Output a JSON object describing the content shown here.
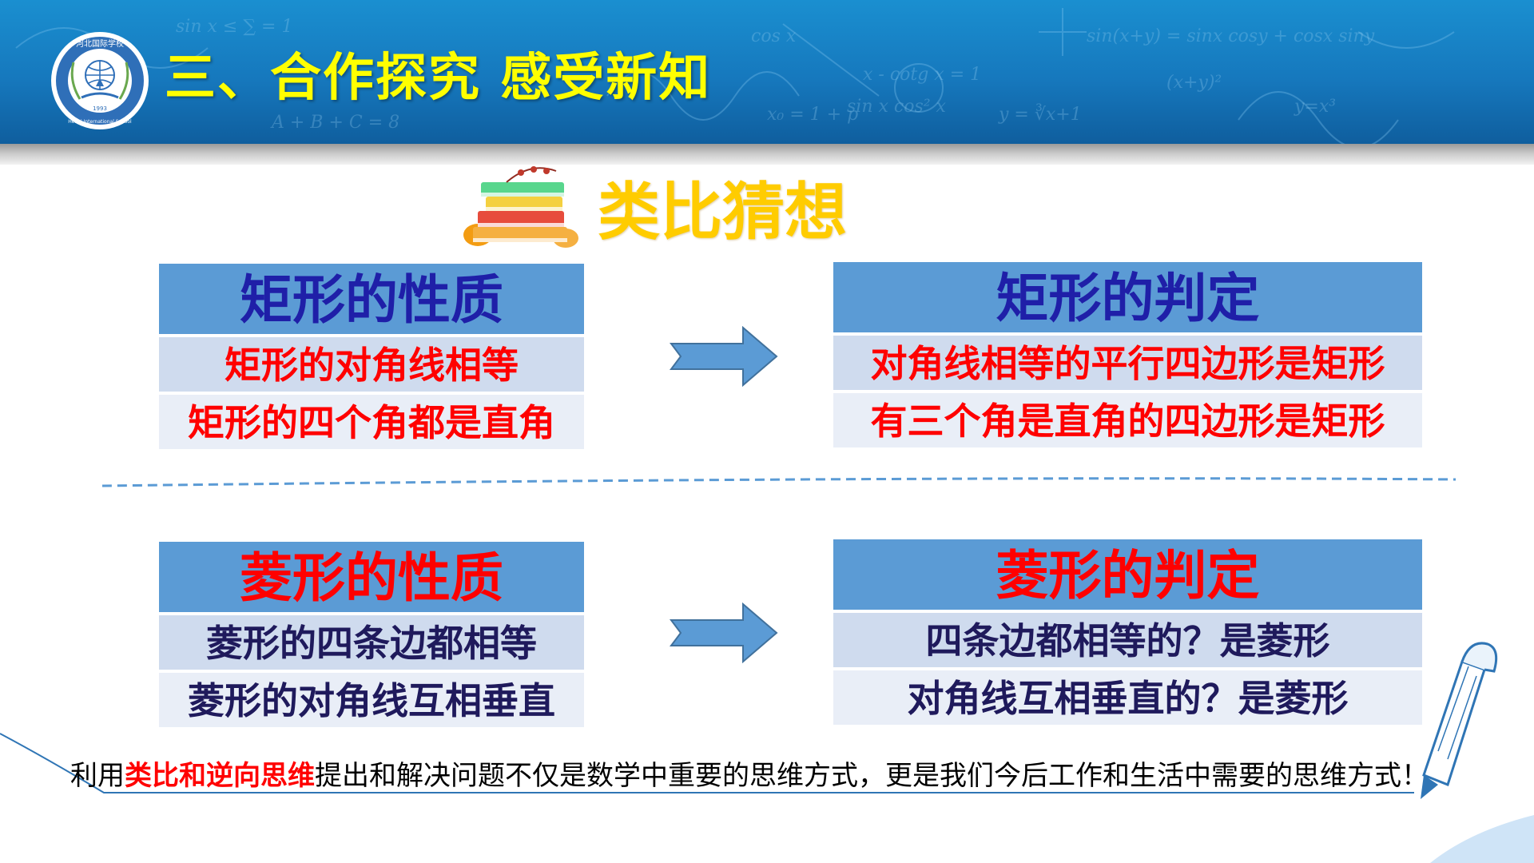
{
  "header": {
    "title": "三、合作探究  感受新知",
    "logo_icon": "school-seal-icon",
    "logo_text_top": "河北国际学校",
    "logo_text_bottom": "Hebei International School",
    "logo_year": "1993"
  },
  "subtitle": {
    "text": "类比猜想",
    "icon": "books-icon"
  },
  "rectangle": {
    "properties": {
      "title": "矩形的性质",
      "items": [
        "矩形的对角线相等",
        "矩形的四个角都是直角"
      ]
    },
    "criteria": {
      "title": "矩形的判定",
      "items": [
        "对角线相等的平行四边形是矩形",
        "有三个角是直角的四边形是矩形"
      ]
    }
  },
  "rhombus": {
    "properties": {
      "title": "菱形的性质",
      "items": [
        "菱形的四条边都相等",
        "菱形的对角线互相垂直"
      ]
    },
    "criteria": {
      "title": "菱形的判定",
      "items": [
        "四条边都相等的？是菱形",
        "对角线互相垂直的？是菱形"
      ]
    }
  },
  "note": {
    "before": "利用",
    "highlight": "类比和逆向思维",
    "after": "提出和解决问题不仅是数学中重要的思维方式，更是我们今后工作和生活中需要的思维方式！"
  },
  "colors": {
    "header_blue": "#1678bd",
    "title_yellow": "#ffff00",
    "subtitle_gold": "#ffcc00",
    "table_head": "#5b9bd5",
    "row_dark": "#cfdbee",
    "row_light": "#e9eef7",
    "red": "#ff0000",
    "navy_text": "#1f1fa8"
  }
}
